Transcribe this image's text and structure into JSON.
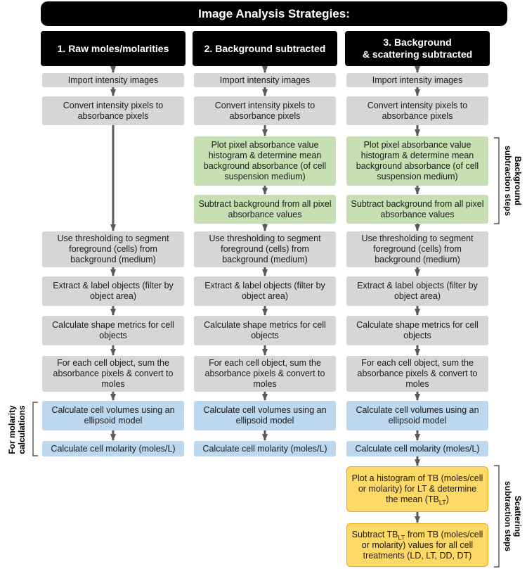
{
  "title": "Image Analysis Strategies:",
  "columns": [
    {
      "header": "1. Raw moles/molarities",
      "steps": {
        "import": "Import intensity images",
        "convert": "Convert intensity pixels to absorbance pixels",
        "threshold": "Use thresholding to segment foreground (cells) from background (medium)",
        "extract": "Extract & label objects (filter by object area)",
        "shape": "Calculate shape metrics for cell objects",
        "sum": "For each cell object, sum the absorbance pixels & convert to moles",
        "volume": "Calculate cell volumes using an ellipsoid model",
        "molarity": "Calculate cell molarity (moles/L)"
      }
    },
    {
      "header": "2. Background subtracted",
      "steps": {
        "import": "Import intensity images",
        "convert": "Convert intensity pixels to absorbance pixels",
        "histogram": "Plot pixel absorbance value histogram & determine mean background absorbance (of cell suspension medium)",
        "subtract": "Subtract background from all pixel absorbance values",
        "threshold": "Use thresholding to segment foreground (cells) from background (medium)",
        "extract": "Extract & label objects (filter by object area)",
        "shape": "Calculate shape metrics for cell objects",
        "sum": "For each cell object, sum the absorbance pixels & convert to moles",
        "volume": "Calculate cell volumes using an ellipsoid model",
        "molarity": "Calculate cell molarity (moles/L)"
      }
    },
    {
      "header_line1": "3. Background",
      "header_line2": "& scattering subtracted",
      "steps": {
        "import": "Import intensity images",
        "convert": "Convert intensity pixels to absorbance pixels",
        "histogram": "Plot pixel absorbance value histogram & determine mean background absorbance (of cell suspension medium)",
        "subtract": "Subtract background from all pixel absorbance values",
        "threshold": "Use thresholding to segment foreground (cells) from background (medium)",
        "extract": "Extract & label objects (filter by object area)",
        "shape": "Calculate shape metrics for cell objects",
        "sum": "For each cell object, sum the absorbance pixels & convert to moles",
        "volume": "Calculate cell volumes using an ellipsoid model",
        "molarity": "Calculate cell molarity (moles/L)",
        "scatter_hist_a": "Plot a histogram of TB (moles/cell or molarity) for LT & determine the mean (TB",
        "scatter_hist_sub": "LT",
        "scatter_hist_b": ")",
        "scatter_sub_a": "Subtract TB",
        "scatter_sub_sub": "LT",
        "scatter_sub_b": " from TB (moles/cell or molarity) values for all cell treatments (LD, LT, DD, DT)"
      }
    }
  ],
  "side_labels": {
    "molarity_line1": "For molarity",
    "molarity_line2": "calculations",
    "background_line1": "Background",
    "background_line2": "subtraction steps",
    "scattering_line1": "Scattering",
    "scattering_line2": "subtraction steps"
  },
  "colors": {
    "gray": "#d6d6d6",
    "green": "#c6e0b4",
    "blue": "#bdd7ee",
    "yellow": "#ffd966",
    "arrow": "#595959"
  }
}
